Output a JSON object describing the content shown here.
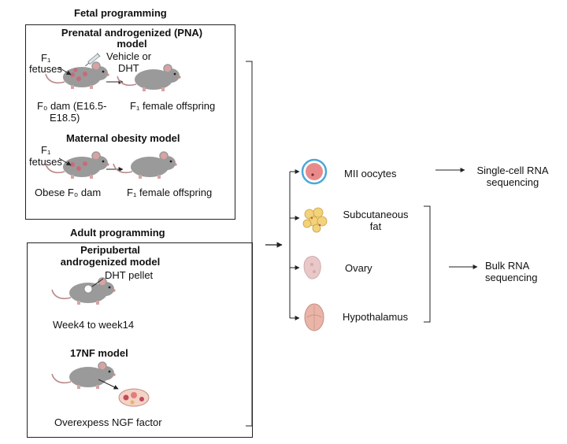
{
  "fetal": {
    "heading": "Fetal programming",
    "pna": {
      "title_line1": "Prenatal androgenized (PNA)",
      "title_line2": "model",
      "fetuses_line1": "F₁",
      "fetuses_line2": "fetuses",
      "treatment_line1": "Vehicle or",
      "treatment_line2": "DHT",
      "dam_line1": "F₀ dam (E16.5-",
      "dam_line2": "E18.5)",
      "offspring": "F₁  female offspring"
    },
    "obesity": {
      "title": "Maternal  obesity  model",
      "fetuses_line1": "F₁",
      "fetuses_line2": "fetuses",
      "dam": "Obese F₀ dam",
      "offspring": "F₁  female offspring"
    }
  },
  "adult": {
    "heading": "Adult programming",
    "peripubertal": {
      "title_line1": "Peripubertal",
      "title_line2": "androgenized  model",
      "pellet": "DHT pellet",
      "period": "Week4 to week14"
    },
    "nf17": {
      "title": "17NF model",
      "caption": "Overexpess NGF factor"
    }
  },
  "tissues": {
    "oocytes": "MII oocytes",
    "fat_line1": "Subcutaneous",
    "fat_line2": "fat",
    "ovary": "Ovary",
    "hypothalamus": "Hypothalamus"
  },
  "outputs": {
    "single_cell_line1": "Single-cell RNA",
    "single_cell_line2": "sequencing",
    "bulk_line1": "Bulk RNA",
    "bulk_line2": "sequencing"
  },
  "colors": {
    "mouse": "#9a9a9a",
    "ear": "#d9a3a3",
    "oocyte": "#e98a8a",
    "oocyte_ring": "#4aa8d8",
    "fat": "#f2d27a",
    "ovary": "#e8c8c8",
    "hypothalamus": "#e9b5a8"
  },
  "icons": [
    "mouse-icon",
    "syringe-icon",
    "oocyte-icon",
    "fat-icon",
    "ovary-icon",
    "hypothalamus-icon",
    "pellet-icon"
  ]
}
